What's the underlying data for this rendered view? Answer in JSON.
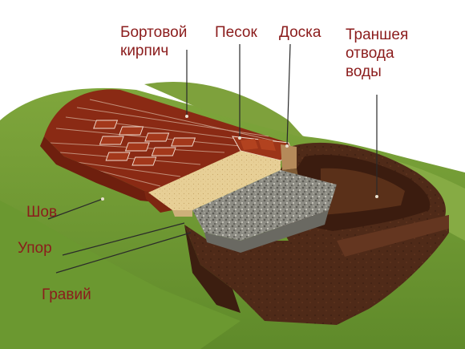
{
  "labels": {
    "border_brick": [
      "Бортовой",
      "кирпич"
    ],
    "sand": "Песок",
    "board": "Доска",
    "trench": [
      "Траншея",
      "отвода",
      "воды"
    ],
    "seam": "Шов",
    "stop": "Упор",
    "gravel": "Гравий"
  },
  "colors": {
    "label_text": "#8b1c1c",
    "leader_line": "#2a2a2a",
    "grass": "#6f9a32",
    "brick": "#8e2c14",
    "sand": "#e8cf95",
    "gravel": "#8a8a80",
    "soil": "#4a2616",
    "board": "#a0784e"
  }
}
